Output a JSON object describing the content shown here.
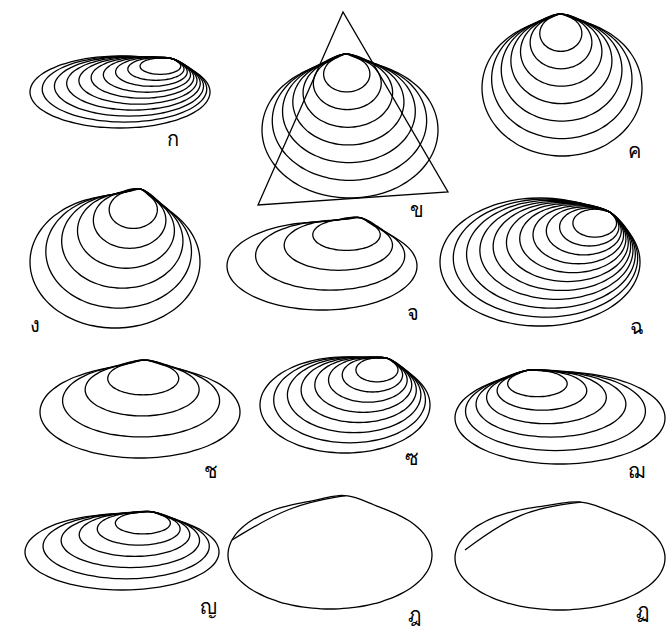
{
  "diagram": {
    "labels": [
      "ก",
      "ข",
      "ค",
      "ง",
      "จ",
      "ฉ",
      "ช",
      "ซ",
      "ฌ",
      "ญ",
      "ฎ",
      "ฏ"
    ]
  }
}
